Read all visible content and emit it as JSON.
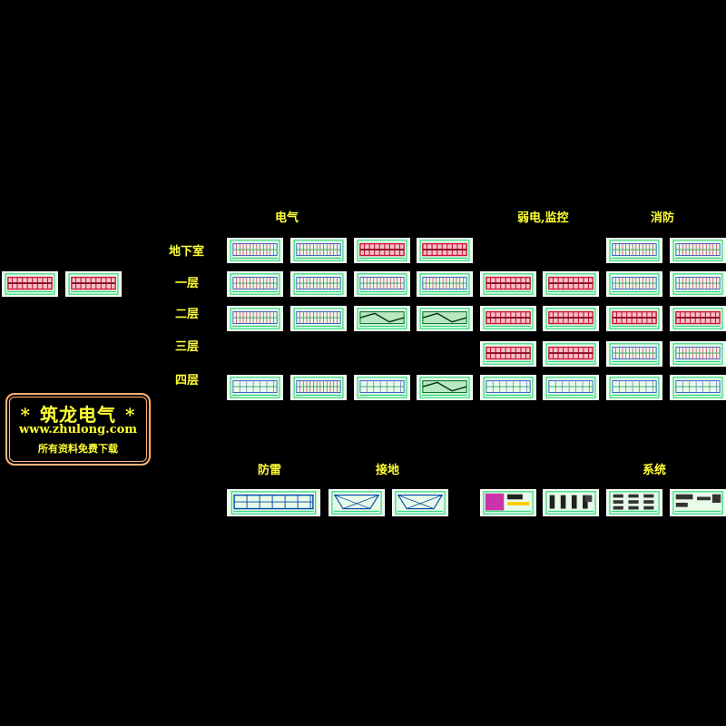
{
  "groups": {
    "electrical": "电气",
    "weak_current": "弱电,监控",
    "fire": "消防",
    "lightning": "防雷",
    "grounding": "接地",
    "system": "系统"
  },
  "floors": {
    "basement": "地下室",
    "floor1": "一层",
    "floor2": "二层",
    "floor3": "三层",
    "floor4": "四层"
  },
  "watermark": {
    "star": "*",
    "brand": "筑龙电气",
    "url": "www.zhulong.com",
    "slogan": "所有资料免费下载"
  },
  "colors": {
    "background": "#000000",
    "label": "#ffff33",
    "sheet_fill": "#e8fbe8",
    "frame_green": "#00cc66",
    "wall_red": "#cc1133",
    "stamp_border": "#ffb37a"
  }
}
